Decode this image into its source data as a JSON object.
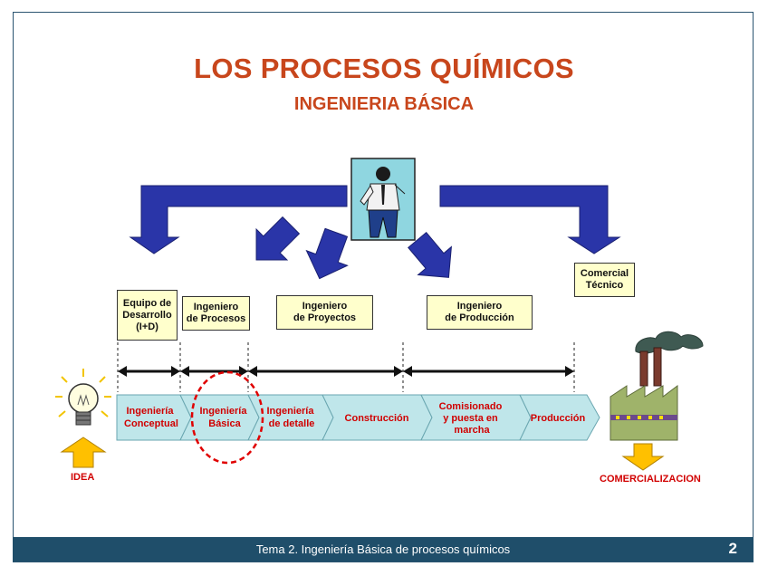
{
  "slide": {
    "title": "LOS PROCESOS QUÍMICOS",
    "subtitle": "INGENIERIA BÁSICA"
  },
  "roles": [
    {
      "line1": "Equipo de",
      "line2": "Desarrollo",
      "line3": "(I+D)"
    },
    {
      "line1": "Ingeniero",
      "line2": "de Procesos"
    },
    {
      "line1": "Ingeniero",
      "line2": "de Proyectos"
    },
    {
      "line1": "Ingeniero",
      "line2": "de Producción"
    },
    {
      "line1": "Comercial",
      "line2": "Técnico"
    }
  ],
  "stages": [
    {
      "line1": "Ingeniería",
      "line2": "Conceptual"
    },
    {
      "line1": "Ingeniería",
      "line2": "Básica"
    },
    {
      "line1": "Ingeniería",
      "line2": "de detalle"
    },
    {
      "line1": "Construcción"
    },
    {
      "line1": "Comisionado",
      "line2": "y puesta en",
      "line3": "marcha"
    },
    {
      "line1": "Producción"
    }
  ],
  "labels": {
    "idea": "IDEA",
    "commercialization": "COMERCIALIZACION"
  },
  "footer": {
    "text": "Tema 2. Ingeniería Básica de procesos químicos",
    "page": "2"
  },
  "colors": {
    "title": "#c8461c",
    "arrow_blue": "#2a35a8",
    "stage_fill": "#bfe6ea",
    "stage_text": "#d10000",
    "role_box": "#ffffcc",
    "footer": "#1f4e6a",
    "highlight_circle": "#e00000",
    "up_down_arrows": "#ffc000"
  },
  "icons": [
    "person-icon",
    "lightbulb-icon",
    "factory-icon"
  ]
}
